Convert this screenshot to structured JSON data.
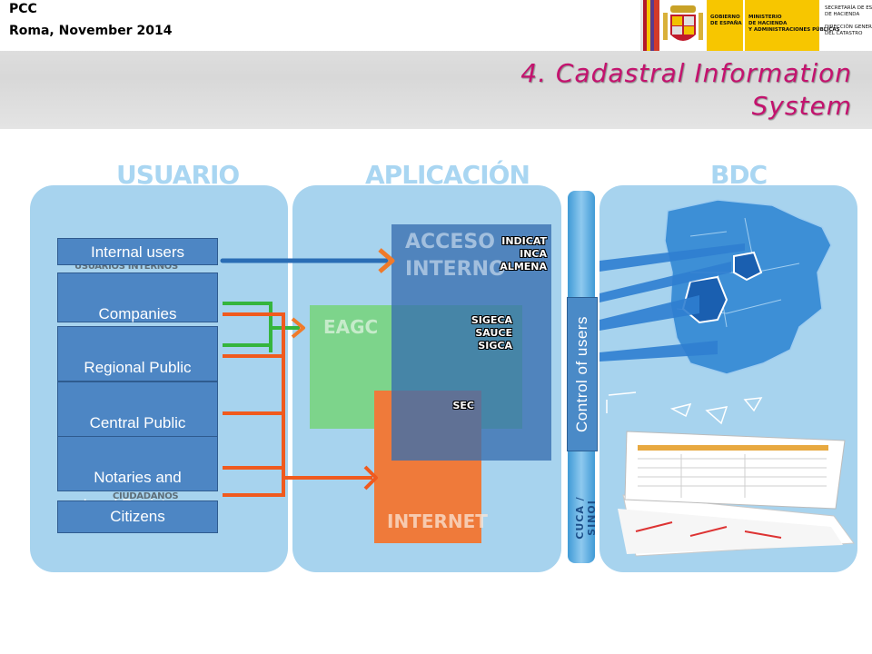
{
  "header": {
    "org": "PCC",
    "place_date": "Roma, November 2014",
    "title_line1": "4. Cadastral Information",
    "title_line2": "System"
  },
  "gov_logo": {
    "text_gobierno": "GOBIERNO\nDE ESPAÑA",
    "text_ministerio": "MINISTERIO\nDE HACIENDA\nY ADMINISTRACIONES PÚBLICAS",
    "text_secretaria": "SECRETARÍA DE ESTADO\nDE HACIENDA\n\nDIRECCIÓN GENERAL\nDEL CATASTRO"
  },
  "columns": {
    "usuario": "USUARIO",
    "aplicacion": "APLICACIÓN",
    "bdc": "BDC"
  },
  "applications": {
    "acceso_interno_1": "ACCESO",
    "acceso_interno_2": "INTERNO",
    "eagc": "EAGC",
    "internet": "INTERNET"
  },
  "systems": {
    "group1": "INDICAT\nINCA\nALMENA",
    "group2": "SIGECA\nSAUCE\nSIGCA",
    "group3": "SEC"
  },
  "users": [
    {
      "label": "Internal users"
    },
    {
      "label": "Companies\nProfesionals"
    },
    {
      "label": "Regional Public\nAdministration"
    },
    {
      "label": "Central  Public\nAdministration"
    },
    {
      "label": "Notaries and\nLand Registrars"
    },
    {
      "label": "Citizens"
    }
  ],
  "control_label": "Control of users",
  "cuca_label": "CUCA / SINOI",
  "colors": {
    "title": "#c4126e",
    "panel": "#a7d3ee",
    "user_box": "#4d86c4",
    "arrow_blue": "#2a6db5",
    "arrow_green": "#35b53d",
    "arrow_orange": "#f05a1e"
  }
}
